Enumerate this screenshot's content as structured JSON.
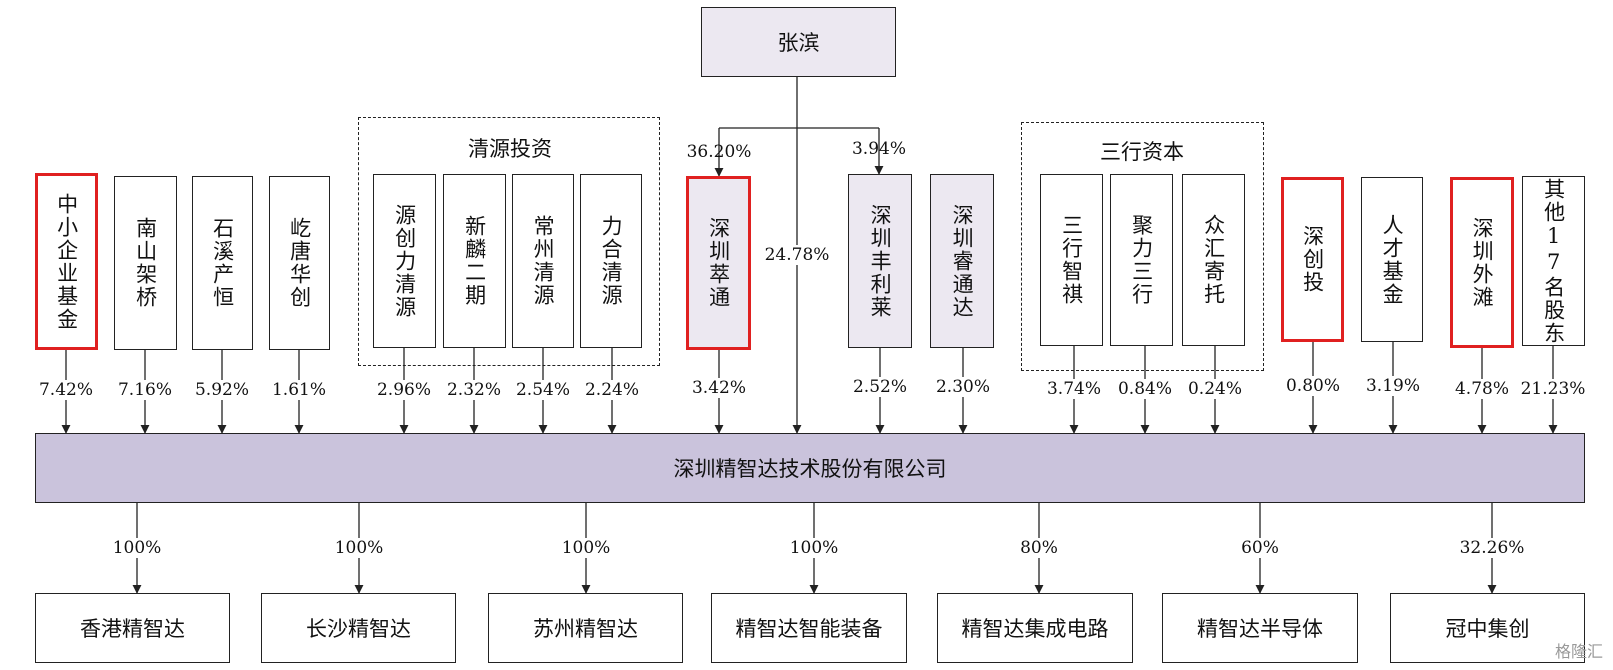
{
  "top_person": "张滨",
  "main_company": "深圳精智达技术股份有限公司",
  "groups": {
    "qingyuan": "清源投资",
    "sanhang": "三行资本"
  },
  "zhangbin_holdings": {
    "to_cuitong": "36.20%",
    "to_fenglilai": "3.94%",
    "direct": "24.78%"
  },
  "shareholders": [
    {
      "name": "中小企业基金",
      "pct": "7.42%"
    },
    {
      "name": "南山架桥",
      "pct": "7.16%"
    },
    {
      "name": "石溪产恒",
      "pct": "5.92%"
    },
    {
      "name": "屹唐华创",
      "pct": "1.61%"
    },
    {
      "name": "源创力清源",
      "pct": "2.96%"
    },
    {
      "name": "新麟二期",
      "pct": "2.32%"
    },
    {
      "name": "常州清源",
      "pct": "2.54%"
    },
    {
      "name": "力合清源",
      "pct": "2.24%"
    },
    {
      "name": "深圳萃通",
      "pct": "3.42%"
    },
    {
      "name": "深圳丰利莱",
      "pct": "2.52%"
    },
    {
      "name": "深圳睿通达",
      "pct": "2.30%"
    },
    {
      "name": "三行智祺",
      "pct": "3.74%"
    },
    {
      "name": "聚力三行",
      "pct": "0.84%"
    },
    {
      "name": "众汇寄托",
      "pct": "0.24%"
    },
    {
      "name": "深创投",
      "pct": "0.80%"
    },
    {
      "name": "人才基金",
      "pct": "3.19%"
    },
    {
      "name": "深圳外滩",
      "pct": "4.78%"
    },
    {
      "name": "其他17名股东",
      "pct": "21.23%"
    }
  ],
  "subsidiaries": [
    {
      "name": "香港精智达",
      "pct": "100%"
    },
    {
      "name": "长沙精智达",
      "pct": "100%"
    },
    {
      "name": "苏州精智达",
      "pct": "100%"
    },
    {
      "name": "精智达智能装备",
      "pct": "100%"
    },
    {
      "name": "精智达集成电路",
      "pct": "80%"
    },
    {
      "name": "精智达半导体",
      "pct": "60%"
    },
    {
      "name": "冠中集创",
      "pct": "32.26%"
    }
  ],
  "watermark": "格隆汇"
}
